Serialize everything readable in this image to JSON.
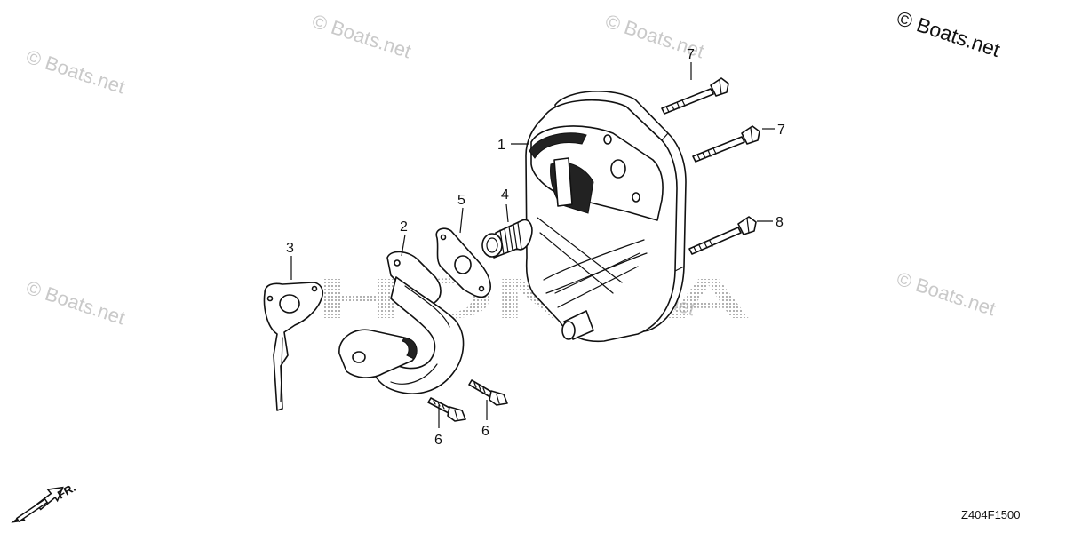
{
  "watermark_text": "© Boats.net",
  "corner_watermark": "© Boats.net",
  "background_logo": "HONDA",
  "direction_label": "FR.",
  "diagram_code": "Z404F1500",
  "callouts": {
    "c1": "1",
    "c2": "2",
    "c3": "3",
    "c4": "4",
    "c5": "5",
    "c6a": "6",
    "c6b": "6",
    "c7a": "7",
    "c7b": "7",
    "c8": "8"
  },
  "parts": [
    {
      "ref": "1",
      "name": "muffler"
    },
    {
      "ref": "2",
      "name": "exhaust-pipe"
    },
    {
      "ref": "3",
      "name": "heat-shield-plate"
    },
    {
      "ref": "4",
      "name": "spark-arrester-collar"
    },
    {
      "ref": "5",
      "name": "gasket"
    },
    {
      "ref": "6",
      "name": "flange-bolt"
    },
    {
      "ref": "7",
      "name": "long-flange-bolt"
    },
    {
      "ref": "8",
      "name": "long-flange-bolt"
    }
  ]
}
